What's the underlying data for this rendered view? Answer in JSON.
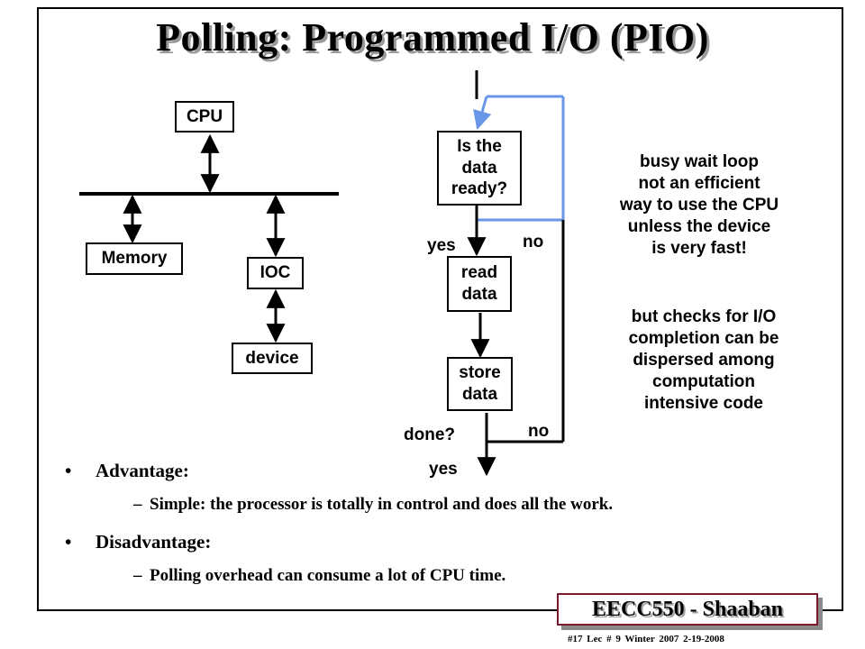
{
  "title": "Polling: Programmed I/O (PIO)",
  "arch": {
    "cpu": "CPU",
    "memory": "Memory",
    "ioc": "IOC",
    "device": "device"
  },
  "flow": {
    "check": "Is the data ready?",
    "read": "read data",
    "store": "store data",
    "yes1": "yes",
    "no1": "no",
    "done": "done?",
    "no2": "no",
    "yes2": "yes"
  },
  "notes": {
    "busy": [
      "busy wait loop",
      "not an efficient",
      "way to use the CPU",
      "unless the device",
      "is very fast!"
    ],
    "checks": [
      "but checks for I/O",
      "completion can be",
      "dispersed among",
      "computation",
      "intensive code"
    ]
  },
  "bullets": {
    "advantage": "Advantage:",
    "advantage_detail": "Simple: the processor is totally in control and does all the work.",
    "disadvantage": "Disadvantage:",
    "disadvantage_detail": "Polling overhead can consume a lot of CPU time.",
    "bullet_symbol": "•",
    "dash_symbol": "–"
  },
  "footer": {
    "course": "EECC550 - Shaaban",
    "meta": "#17   Lec # 9   Winter 2007  2-19-2008"
  },
  "colors": {
    "loop_line": "#6a96e8",
    "footer_border": "#7a1a2a"
  }
}
